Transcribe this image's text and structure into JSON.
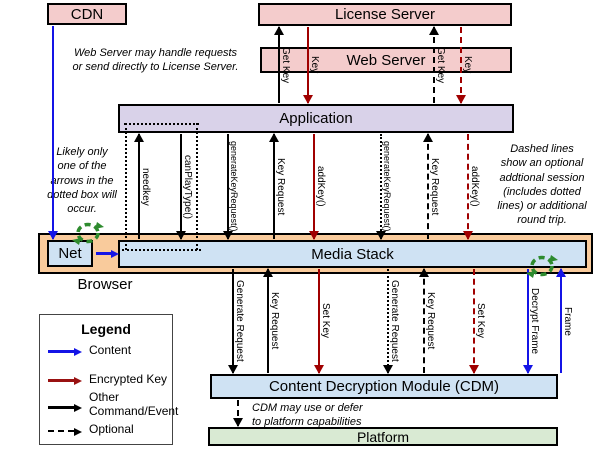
{
  "boxes": {
    "cdn": "CDN",
    "license_server": "License Server",
    "web_server": "Web Server",
    "application": "Application",
    "net": "Net",
    "media_stack": "Media Stack",
    "browser": "Browser",
    "cdm": "Content Decryption Module (CDM)",
    "platform": "Platform"
  },
  "notes": {
    "web_server": "Web Server may handle requests\nor send directly to License Server.",
    "dotted_box": "Likely only\none of the\narrows in the\ndotted box will\noccur.",
    "dashed": "Dashed lines\nshow an optional\naddtional session\n(includes dotted\nlines) or additional\nround trip.",
    "cdm": "CDM may use or defer\nto platform capabilities"
  },
  "arrows": {
    "license": [
      {
        "label": "Get Key",
        "type": "other-command",
        "direction": "up",
        "style": "solid"
      },
      {
        "label": "Key",
        "type": "encrypted-key",
        "direction": "down",
        "style": "solid"
      },
      {
        "label": "Get Key",
        "type": "optional",
        "direction": "up",
        "style": "dashed"
      },
      {
        "label": "Key",
        "type": "encrypted-key-optional",
        "direction": "down",
        "style": "dashed"
      }
    ],
    "app_media": [
      {
        "label": "needkey",
        "type": "other-command",
        "direction": "up",
        "style": "solid"
      },
      {
        "label": "canPlayType()",
        "type": "other-command",
        "direction": "down",
        "style": "solid"
      },
      {
        "label": "generateKeyRequest()",
        "type": "other-command",
        "direction": "down",
        "style": "solid"
      },
      {
        "label": "Key Request",
        "type": "other-command",
        "direction": "up",
        "style": "solid"
      },
      {
        "label": "addKey()",
        "type": "encrypted-key",
        "direction": "down",
        "style": "solid"
      },
      {
        "label": "generateKeyRequest()",
        "type": "optional",
        "direction": "down",
        "style": "dotted"
      },
      {
        "label": "Key Request",
        "type": "optional",
        "direction": "up",
        "style": "dashed"
      },
      {
        "label": "addKey()",
        "type": "encrypted-key-optional",
        "direction": "down",
        "style": "dashed"
      }
    ],
    "media_cdm": [
      {
        "label": "Generate Request",
        "type": "other-command",
        "direction": "down",
        "style": "solid"
      },
      {
        "label": "Key Request",
        "type": "other-command",
        "direction": "up",
        "style": "solid"
      },
      {
        "label": "Set Key",
        "type": "encrypted-key",
        "direction": "down",
        "style": "solid"
      },
      {
        "label": "Generate Request",
        "type": "optional",
        "direction": "down",
        "style": "dotted"
      },
      {
        "label": "Key Request",
        "type": "optional",
        "direction": "up",
        "style": "dashed"
      },
      {
        "label": "Set Key",
        "type": "encrypted-key-optional",
        "direction": "down",
        "style": "dashed"
      },
      {
        "label": "Decrypt Frame",
        "type": "content",
        "direction": "down",
        "style": "solid"
      },
      {
        "label": "Frame",
        "type": "content",
        "direction": "up",
        "style": "solid"
      }
    ],
    "cdn_net": {
      "label": "",
      "type": "content",
      "direction": "down",
      "style": "solid"
    },
    "net_media": {
      "label": "",
      "type": "content",
      "direction": "right",
      "style": "solid"
    },
    "cdm_platform": {
      "label": "",
      "type": "optional",
      "direction": "down",
      "style": "dashed"
    }
  },
  "legend": {
    "title": "Legend",
    "items": [
      {
        "label": "Content",
        "color": "#1414e6",
        "style": "solid"
      },
      {
        "label": "Encrypted Key",
        "color": "#991111",
        "style": "solid"
      },
      {
        "label": "Other Command/Event",
        "color": "#000000",
        "style": "solid"
      },
      {
        "label": "Optional",
        "color": "#000000",
        "style": "dashed"
      }
    ]
  },
  "colors": {
    "content_arrow": "#1414e6",
    "encrypted_key_arrow": "#a00000",
    "other_arrow": "#000000",
    "loop_arrow_green": "#2e8b2e",
    "box_pink": "#f4cccc",
    "box_purple": "#d9d2e9",
    "box_light_blue": "#cfe2f3",
    "box_green": "#d9ead3",
    "browser_orange": "#f9cb9c"
  }
}
